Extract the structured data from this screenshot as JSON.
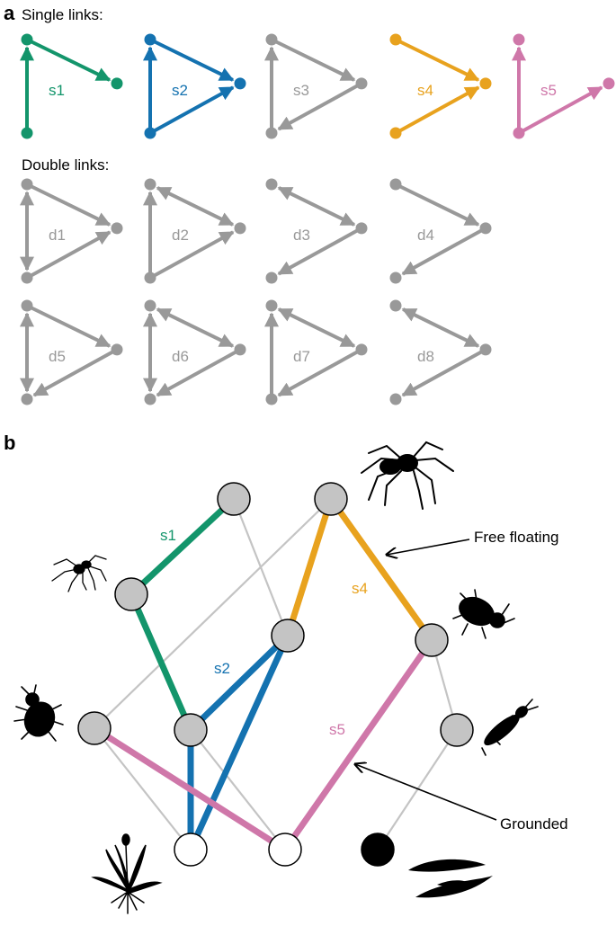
{
  "panel_a": {
    "letter": "a",
    "single_title": "Single links:",
    "double_title": "Double links:",
    "motifs": [
      {
        "id": "s1",
        "label": "s1",
        "color": "#13956b"
      },
      {
        "id": "s2",
        "label": "s2",
        "color": "#1472b0"
      },
      {
        "id": "s3",
        "label": "s3",
        "color": "#999999"
      },
      {
        "id": "s4",
        "label": "s4",
        "color": "#e8a21e"
      },
      {
        "id": "s5",
        "label": "s5",
        "color": "#cf77a9"
      },
      {
        "id": "d1",
        "label": "d1",
        "color": "#999999"
      },
      {
        "id": "d2",
        "label": "d2",
        "color": "#999999"
      },
      {
        "id": "d3",
        "label": "d3",
        "color": "#999999"
      },
      {
        "id": "d4",
        "label": "d4",
        "color": "#999999"
      },
      {
        "id": "d5",
        "label": "d5",
        "color": "#999999"
      },
      {
        "id": "d6",
        "label": "d6",
        "color": "#999999"
      },
      {
        "id": "d7",
        "label": "d7",
        "color": "#999999"
      },
      {
        "id": "d8",
        "label": "d8",
        "color": "#999999"
      }
    ]
  },
  "panel_b": {
    "letter": "b",
    "colors": {
      "s1": "#13956b",
      "s2": "#1472b0",
      "s4": "#e8a21e",
      "s5": "#cf77a9",
      "background_link": "#c4c4c4",
      "node_fill": "#c4c4c4"
    },
    "link_labels": {
      "s1": "s1",
      "s2": "s2",
      "s4": "s4",
      "s5": "s5"
    },
    "annotations": {
      "free_floating": "Free floating",
      "grounded": "Grounded"
    },
    "silhouettes": [
      "large-spider-icon",
      "small-spider-icon",
      "beetle-icon",
      "ground-beetle-icon",
      "rove-beetle-icon",
      "dandelion-icon",
      "leaf-litter-icon"
    ]
  }
}
